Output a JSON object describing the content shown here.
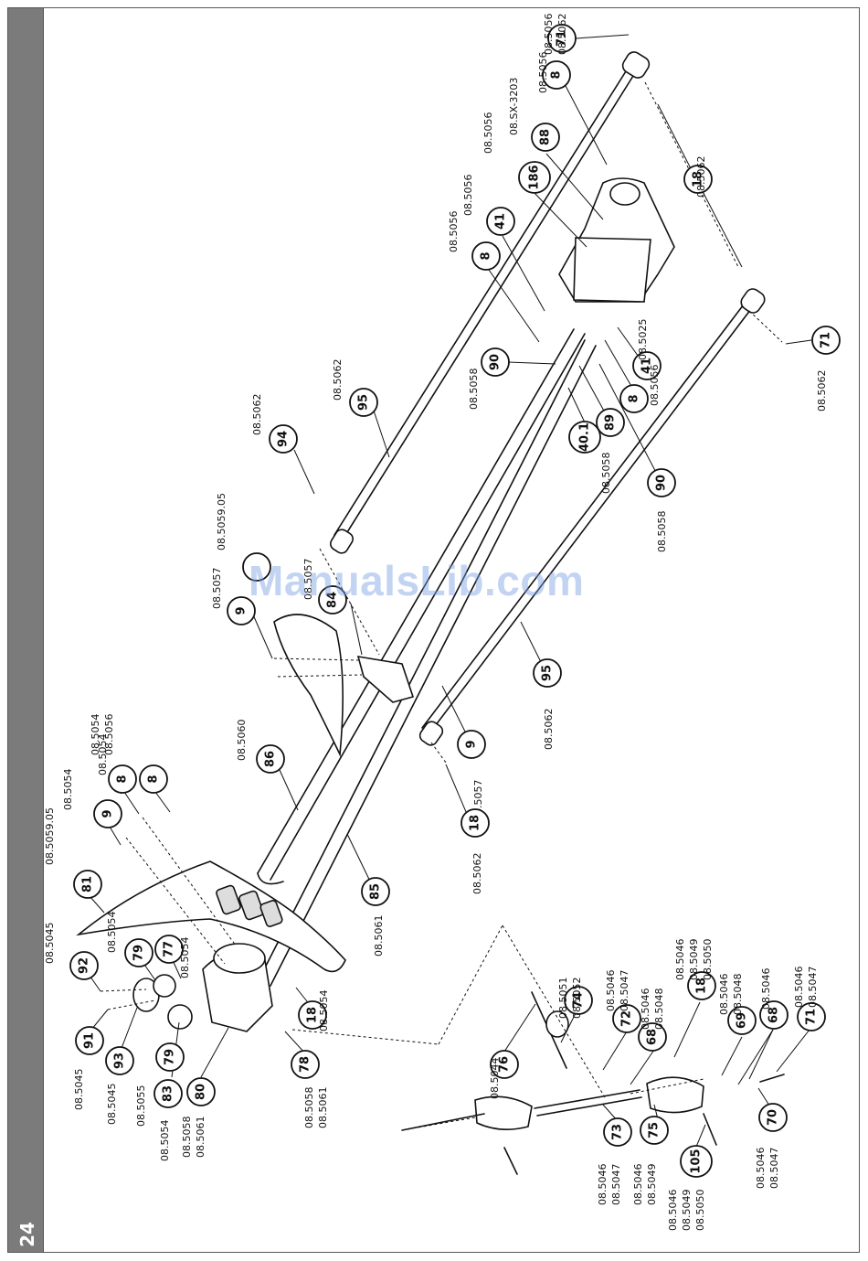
{
  "page": {
    "number": "24",
    "watermark": "ManualsLib.com"
  },
  "callouts": [
    {
      "num": "71",
      "codes": [
        "08.5056",
        "08.5062"
      ]
    },
    {
      "num": "8",
      "codes": [
        "08.5056"
      ]
    },
    {
      "num": "88",
      "codes": [
        "08.SX-3203"
      ]
    },
    {
      "num": "186",
      "codes": [
        "08.5056"
      ]
    },
    {
      "num": "41",
      "codes": [
        "08.5056"
      ]
    },
    {
      "num": "8",
      "codes": [
        "08.5056"
      ]
    },
    {
      "num": "18",
      "codes": [
        "08.5062"
      ]
    },
    {
      "num": "71",
      "codes": [
        "08.5062"
      ]
    },
    {
      "num": "41",
      "codes": [
        "08.5025"
      ]
    },
    {
      "num": "8",
      "codes": [
        "08.5056"
      ]
    },
    {
      "num": "90",
      "codes": [
        "08.5058"
      ]
    },
    {
      "num": "95",
      "codes": [
        "08.5062"
      ]
    },
    {
      "num": "94",
      "codes": [
        "08.5062"
      ]
    },
    {
      "num": "40.1",
      "codes": []
    },
    {
      "num": "89",
      "codes": [
        "08.5058"
      ]
    },
    {
      "num": "90",
      "codes": [
        "08.5058"
      ]
    },
    {
      "num": "9",
      "codes": [
        "08.5057"
      ]
    },
    {
      "num": "",
      "codes": [
        "08.5059.05"
      ]
    },
    {
      "num": "84",
      "codes": [
        "08.5057"
      ]
    },
    {
      "num": "95",
      "codes": [
        "08.5062"
      ]
    },
    {
      "num": "86",
      "codes": [
        "08.5060"
      ]
    },
    {
      "num": "9",
      "codes": [
        "08.5057"
      ]
    },
    {
      "num": "18",
      "codes": [
        "08.5062"
      ]
    },
    {
      "num": "85",
      "codes": [
        "08.5061"
      ]
    },
    {
      "num": "8",
      "codes": [
        "08.5054"
      ]
    },
    {
      "num": "8",
      "codes": [
        "08.5054",
        "08.5056"
      ]
    },
    {
      "num": "9",
      "codes": [
        "08.5054"
      ]
    },
    {
      "num": "81",
      "codes": [
        "08.5059.05"
      ]
    },
    {
      "num": "92",
      "codes": [
        "08.5045"
      ]
    },
    {
      "num": "79",
      "codes": [
        "08.5054"
      ]
    },
    {
      "num": "77",
      "codes": [
        "08.5054"
      ]
    },
    {
      "num": "91",
      "codes": [
        "08.5045"
      ]
    },
    {
      "num": "93",
      "codes": [
        "08.5045"
      ]
    },
    {
      "num": "79",
      "codes": [
        "08.5055"
      ]
    },
    {
      "num": "83",
      "codes": [
        "08.5054"
      ]
    },
    {
      "num": "80",
      "codes": [
        "08.5058",
        "08.5061"
      ]
    },
    {
      "num": "18",
      "codes": [
        "08.5054"
      ]
    },
    {
      "num": "78",
      "codes": [
        "08.5058",
        "08.5061"
      ]
    },
    {
      "num": "76",
      "codes": [
        "08.5044"
      ]
    },
    {
      "num": "74",
      "codes": [
        "08.5051",
        "08.5052"
      ]
    },
    {
      "num": "72",
      "codes": [
        "08.5046",
        "08.5047"
      ]
    },
    {
      "num": "68",
      "codes": [
        "08.5046",
        "08.5048"
      ]
    },
    {
      "num": "18",
      "codes": [
        "08.5046",
        "08.5049",
        "08.5050"
      ]
    },
    {
      "num": "69",
      "codes": [
        "08.5046",
        "08.5048"
      ]
    },
    {
      "num": "68",
      "codes": [
        "08.5046"
      ]
    },
    {
      "num": "71",
      "codes": [
        "08.5046",
        "08.5047"
      ]
    },
    {
      "num": "73",
      "codes": [
        "08.5046",
        "08.5047"
      ]
    },
    {
      "num": "75",
      "codes": [
        "08.5046",
        "08.5049"
      ]
    },
    {
      "num": "105",
      "codes": [
        "08.5046",
        "08.5049",
        "08.5050"
      ]
    },
    {
      "num": "70",
      "codes": [
        "08.5046",
        "08.5047"
      ]
    }
  ]
}
